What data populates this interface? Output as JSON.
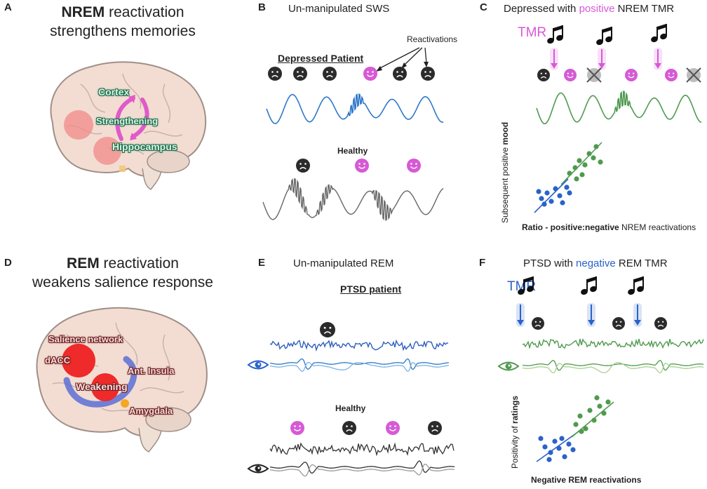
{
  "panel_a": {
    "letter": "A",
    "title_bold": "NREM",
    "title_rest": " reactivation",
    "title_line2": "strengthens memories",
    "labels": {
      "cortex": "Cortex",
      "strengthening": "Strengthening",
      "hippocampus": "Hippocampus"
    }
  },
  "panel_b": {
    "letter": "B",
    "title": "Un-manipulated SWS",
    "patient_label": "Depressed Patient",
    "reactivations_label": "Reactivations",
    "healthy_label": "Healthy"
  },
  "panel_c": {
    "letter": "C",
    "title_pre": "Depressed with ",
    "title_highlight": "positive",
    "title_post": " NREM TMR",
    "tmr_label": "TMR",
    "y_axis_pre": "Subsequent positive ",
    "y_axis_bold": "mood",
    "x_axis_bold": "Ratio - positive:negative",
    "x_axis_rest": " NREM reactivations"
  },
  "panel_d": {
    "letter": "D",
    "title_bold": "REM",
    "title_rest": " reactivation",
    "title_line2": "weakens salience response",
    "labels": {
      "salience": "Salience network",
      "dacc": "dACC",
      "insula": "Ant. Insula",
      "weakening": "Weakening",
      "amygdala": "Amygdala"
    }
  },
  "panel_e": {
    "letter": "E",
    "title": "Un-manipulated REM",
    "patient_label": "PTSD patient",
    "healthy_label": "Healthy"
  },
  "panel_f": {
    "letter": "F",
    "title_pre": "PTSD with ",
    "title_highlight": "negative",
    "title_post": " REM TMR",
    "tmr_label": "TMR",
    "y_axis_pre": "Positivity of ",
    "y_axis_bold": "ratings",
    "x_axis": "Negative REM reactivations"
  },
  "colors": {
    "positive": "#d65ad6",
    "negative": "#2a62c9",
    "green": "#4f9a4f",
    "blue_wave": "#2e78c9",
    "gray_wave": "#666666",
    "face_dark": "#2b2b2b"
  }
}
